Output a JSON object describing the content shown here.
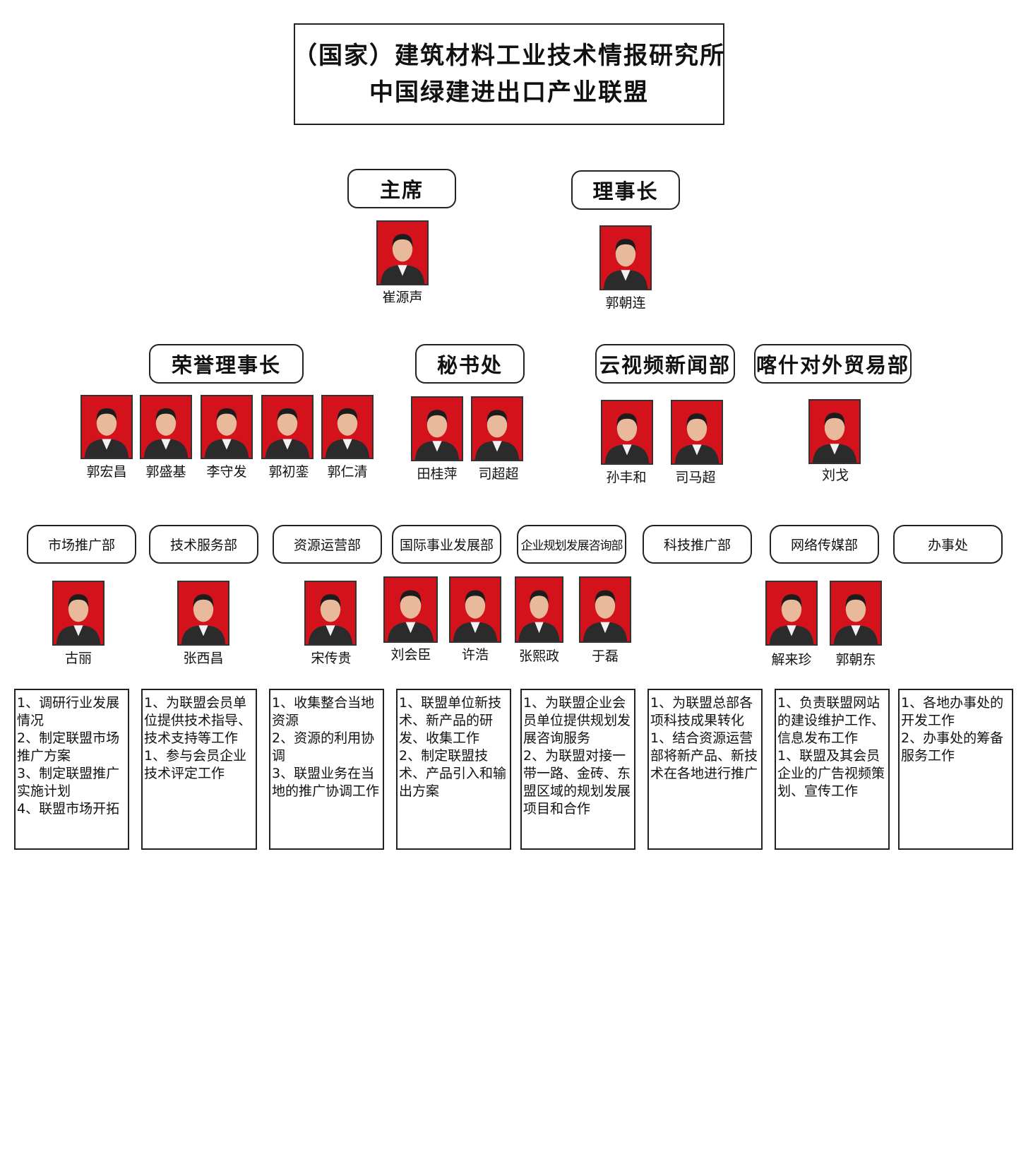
{
  "header": {
    "line1": "（国家）建筑材料工业技术情报研究所",
    "line2": "中国绿建进出口产业联盟"
  },
  "top_roles": [
    {
      "label": "主席",
      "members": [
        "崔源声"
      ]
    },
    {
      "label": "理事长",
      "members": [
        "郭朝连"
      ]
    }
  ],
  "mid_roles": [
    {
      "label": "荣誉理事长",
      "members": [
        "郭宏昌",
        "郭盛基",
        "李守发",
        "郭初銮",
        "郭仁清"
      ]
    },
    {
      "label": "秘书处",
      "members": [
        "田桂萍",
        "司超超"
      ]
    },
    {
      "label": "云视频新闻部",
      "members": [
        "孙丰和",
        "司马超"
      ]
    },
    {
      "label": "喀什对外贸易部",
      "members": [
        "刘戈"
      ]
    }
  ],
  "departments": [
    {
      "label": "市场推广部",
      "members": [
        "古丽"
      ],
      "duties": [
        "1、调研行业发展情况",
        "2、制定联盟市场推广方案",
        "3、制定联盟推广实施计划",
        "4、联盟市场开拓"
      ]
    },
    {
      "label": "技术服务部",
      "members": [
        "张西昌"
      ],
      "duties": [
        "1、为联盟会员单位提供技术指导、技术支持等工作",
        "1、参与会员企业技术评定工作"
      ]
    },
    {
      "label": "资源运营部",
      "members": [
        "宋传贵"
      ],
      "duties": [
        "1、收集整合当地资源",
        "2、资源的利用协调",
        "3、联盟业务在当地的推广协调工作"
      ]
    },
    {
      "label": "国际事业发展部",
      "members": [
        "刘会臣",
        "许浩"
      ],
      "duties": [
        "1、联盟单位新技术、新产品的研发、收集工作",
        "2、制定联盟技术、产品引入和输出方案"
      ]
    },
    {
      "label": "企业规划发展咨询部",
      "members": [
        "张熙政",
        "于磊"
      ],
      "duties": [
        "1、为联盟企业会员单位提供规划发展咨询服务",
        "2、为联盟对接一带一路、金砖、东盟区域的规划发展项目和合作"
      ]
    },
    {
      "label": "科技推广部",
      "members": [],
      "duties": [
        "1、为联盟总部各项科技成果转化",
        "1、结合资源运营部将新产品、新技术在各地进行推广"
      ]
    },
    {
      "label": "网络传媒部",
      "members": [
        "解来珍",
        "郭朝东"
      ],
      "duties": [
        "1、负责联盟网站的建设维护工作、信息发布工作",
        "1、联盟及其会员企业的广告视频策划、宣传工作"
      ]
    },
    {
      "label": "办事处",
      "members": [],
      "duties": [
        "1、各地办事处的开发工作",
        "2、办事处的筹备服务工作"
      ]
    }
  ],
  "colors": {
    "photo_background": "#d4121c",
    "border": "#222222"
  }
}
